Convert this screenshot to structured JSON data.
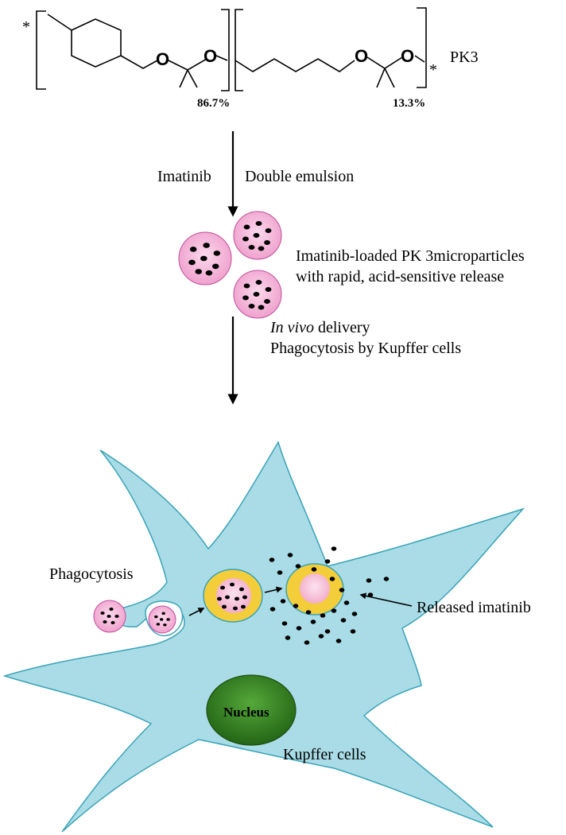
{
  "polymer": {
    "label": "PK3",
    "unit1_percent": "86.7%",
    "unit2_percent": "13.3%",
    "end_star": "*",
    "atom_o": "O"
  },
  "step1": {
    "reagent": "Imatinib",
    "method": "Double emulsion"
  },
  "microparticles": {
    "line1": "Imatinib-loaded PK 3microparticles",
    "line2": "with rapid, acid-sensitive release"
  },
  "step2": {
    "line1_italic": "In vivo",
    "line1_rest": " delivery",
    "line2": "Phagocytosis by Kupffer cells"
  },
  "cell": {
    "phagocytosis_label": "Phagocytosis",
    "released_label": "Released imatinib",
    "nucleus_label": "Nucleus",
    "cell_label": "Kupffer cells"
  },
  "colors": {
    "particle_fill": "#f2a8d0",
    "particle_stroke": "#c0509a",
    "cell_fill": "#a9dce6",
    "cell_stroke": "#3aa3b8",
    "nucleus_fill": "#2f7d1f",
    "phagosome_fill": "#f4cd3a",
    "drug_dot": "#000000"
  }
}
